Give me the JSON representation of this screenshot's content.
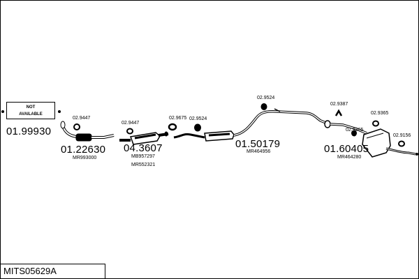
{
  "diagram": {
    "title": "MITS05629A",
    "not_available": [
      "NOT",
      "AVAILABLE"
    ],
    "parts": [
      {
        "number": "01.99930",
        "refs": []
      },
      {
        "number": "01.22630",
        "refs": [
          "MR993000"
        ]
      },
      {
        "number": "04.3607",
        "refs": [
          "MB957297",
          "MR552321"
        ]
      },
      {
        "number": "01.50179",
        "refs": [
          "MR464956"
        ]
      },
      {
        "number": "01.60405",
        "refs": [
          "MR464280"
        ]
      }
    ],
    "clamps": [
      "02.9447",
      "02.9447",
      "02.9675",
      "02.9524",
      "02.9524",
      "02.9387",
      "02.9365",
      "02.9365",
      "02.9156"
    ],
    "colors": {
      "line": "#000000",
      "background": "#ffffff"
    }
  }
}
